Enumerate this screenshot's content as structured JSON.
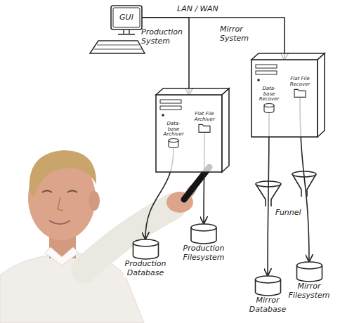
{
  "diagram": {
    "nodes": [
      {
        "text": [
          "GUI"
        ]
      },
      {
        "text": [
          "Production System"
        ]
      },
      {
        "text": [
          "Data-base Archiver"
        ],
        "in": 1
      },
      {
        "text": [
          "Flat File Archiver"
        ],
        "in": 1
      },
      {
        "text": [
          "Mirror System"
        ]
      },
      {
        "text": [
          "Data-base Recover"
        ],
        "in": 4
      },
      {
        "text": [
          "Flat File Recover"
        ],
        "in": 4
      },
      {
        "text": [
          "Production Database"
        ]
      },
      {
        "text": [
          "Production Filesystem"
        ]
      },
      {
        "text": [
          "Mirror Database"
        ]
      },
      {
        "text": [
          "Mirror Filesystem"
        ]
      }
    ],
    "edges": [
      {
        "from": 0,
        "to": 1,
        "arrow": "to"
      },
      {
        "from": 0,
        "to": 4,
        "arrow": "to"
      },
      {
        "from": 2,
        "to": 7,
        "arrow": "to"
      },
      {
        "from": 3,
        "to": 8,
        "arrow": "to"
      },
      {
        "from": 5,
        "to": 9,
        "arrow": "to"
      },
      {
        "from": 6,
        "to": 10,
        "arrow": "to"
      }
    ],
    "labels": [
      "LAN / WAN",
      "Funnel"
    ]
  }
}
